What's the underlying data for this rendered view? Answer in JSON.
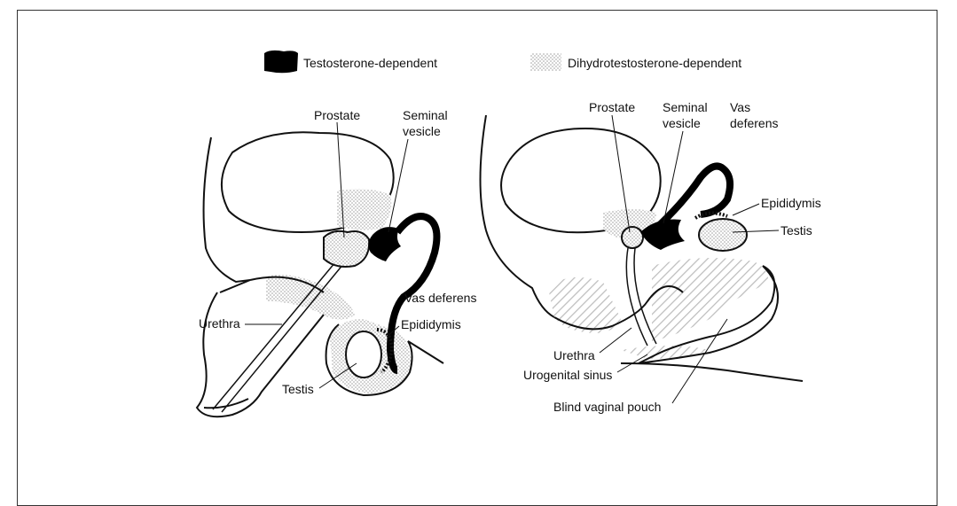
{
  "legend": {
    "testosterone_dependent": "Testosterone-dependent",
    "dihydrotestosterone_dependent": "Dihydrotestosterone-dependent"
  },
  "left_diagram": {
    "prostate": "Prostate",
    "seminal_vesicle_line1": "Seminal",
    "seminal_vesicle_line2": "vesicle",
    "vas_deferens": "Vas deferens",
    "urethra": "Urethra",
    "epididymis": "Epididymis",
    "testis": "Testis"
  },
  "right_diagram": {
    "prostate": "Prostate",
    "seminal_vesicle_line1": "Seminal",
    "seminal_vesicle_line2": "vesicle",
    "vas_deferens_line1": "Vas",
    "vas_deferens_line2": "deferens",
    "epididymis": "Epididymis",
    "testis": "Testis",
    "urethra": "Urethra",
    "urogenital_sinus": "Urogenital sinus",
    "blind_vaginal_pouch": "Blind vaginal pouch"
  },
  "colors": {
    "line": "#111111",
    "testosterone_fill": "#000000",
    "dht_stipple": "#9a9a9a"
  }
}
